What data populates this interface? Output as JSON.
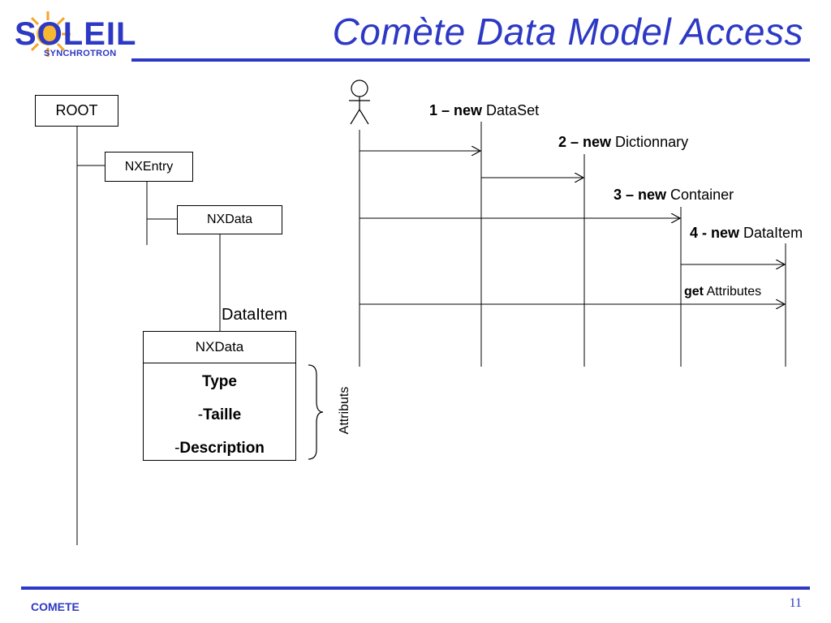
{
  "header": {
    "title": "Comète Data Model Access",
    "logo": {
      "main": "SOLEIL",
      "sub": "SYNCHROTRON",
      "icon": "sun-icon",
      "accent": "#2d39c4",
      "sun_color": "#f5a623"
    }
  },
  "tree": {
    "root": "ROOT",
    "entry": "NXEntry",
    "data": "NXData",
    "item_label": "DataItem",
    "item_box": {
      "header": "NXData",
      "attributes": [
        {
          "prefix": "",
          "name": "Type"
        },
        {
          "prefix": "-",
          "name": "Taille"
        },
        {
          "prefix": "-",
          "name": "Description"
        }
      ]
    },
    "brace_label": "Attributs"
  },
  "sequence": {
    "actor": "actor-icon",
    "messages": [
      {
        "num": "1 – ",
        "keyword": "new",
        "target": " DataSet"
      },
      {
        "num": "2 – ",
        "keyword": "new",
        "target": " Dictionnary"
      },
      {
        "num": "3 – ",
        "keyword": "new",
        "target": " Container"
      },
      {
        "num": "4 - ",
        "keyword": "new",
        "target": " DataItem"
      },
      {
        "num": "",
        "keyword": "get",
        "target": " Attributes"
      }
    ]
  },
  "footer": {
    "label": "COMETE",
    "page": "11"
  }
}
